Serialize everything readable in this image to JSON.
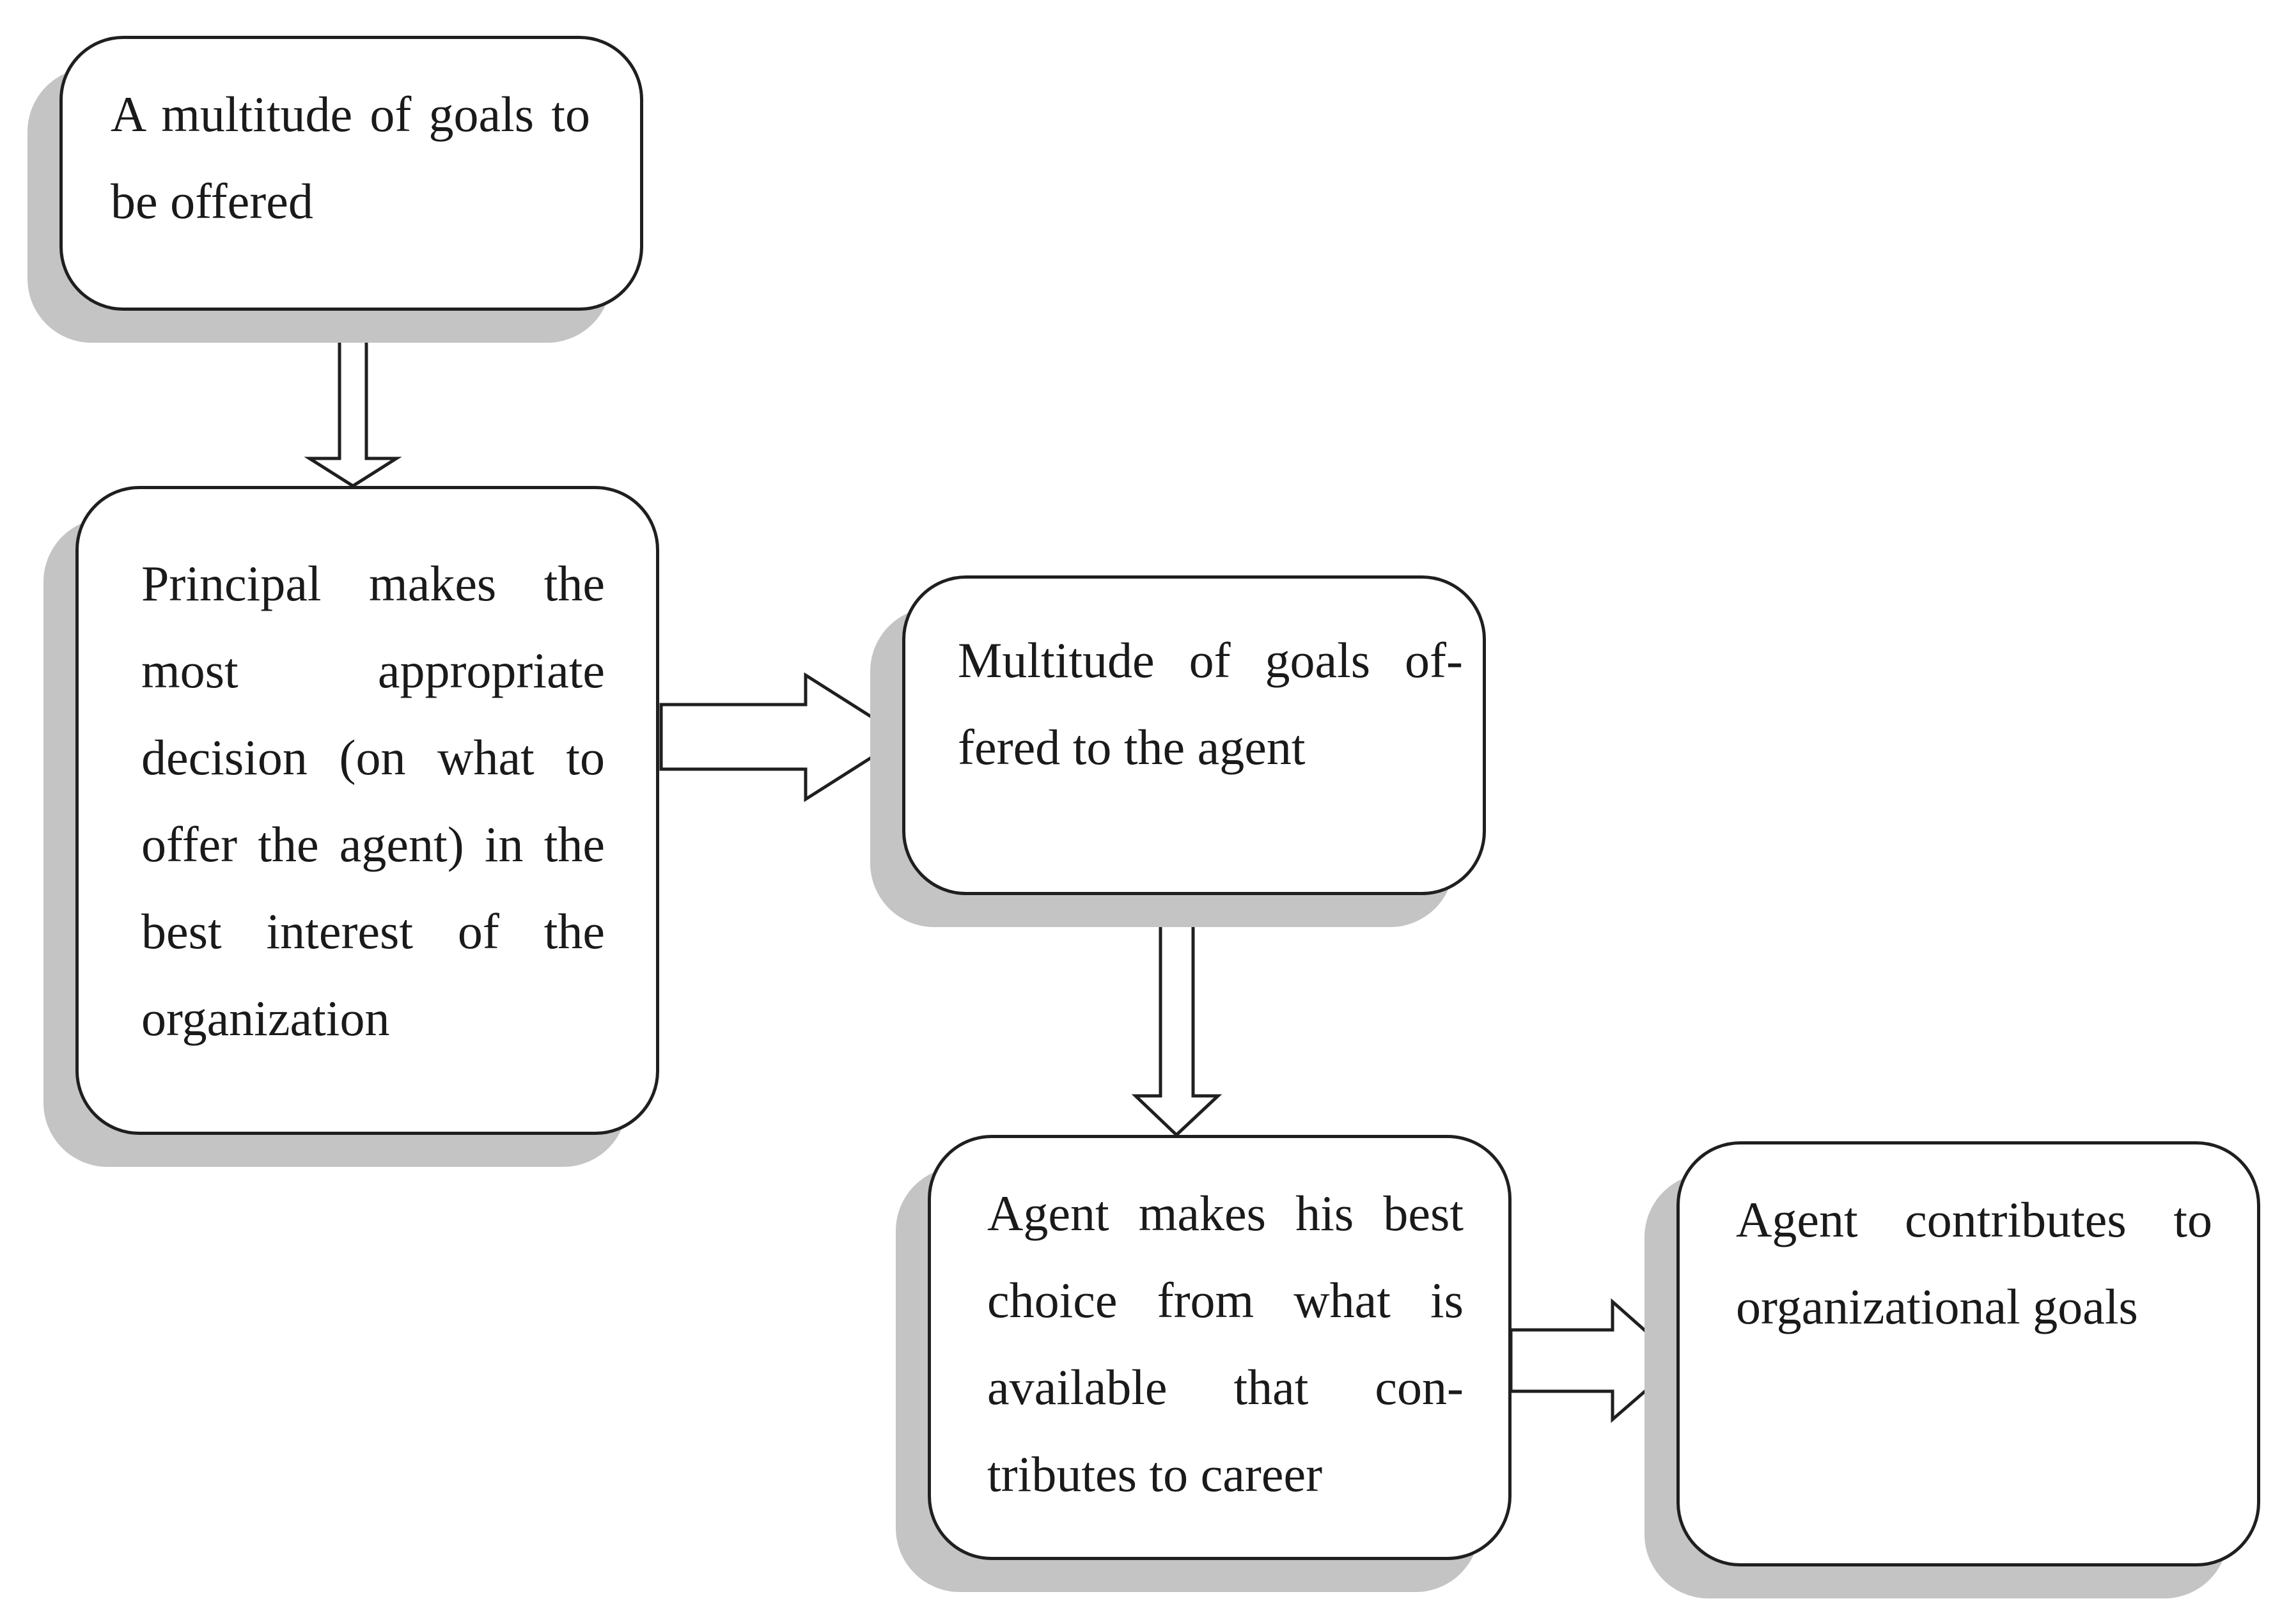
{
  "colors": {
    "border": "#1f1f1f",
    "shadow": "#c4c4c4",
    "background": "#ffffff",
    "text": "#1a1a1a"
  },
  "nodes": [
    {
      "id": "goals-to-offer",
      "text": "A multitude of goals to be offered"
    },
    {
      "id": "principal-decision",
      "text": "Principal makes the most appropriate decision (on what to offer the agent) in the best interest of the organization"
    },
    {
      "id": "goals-offered",
      "text": "Multitude of goals of-fered to the agent"
    },
    {
      "id": "agent-choice",
      "text": "Agent makes his best choice from what is available that con-tributes to career"
    },
    {
      "id": "agent-contributes",
      "text": "Agent contributes to organizational goals"
    }
  ],
  "edges": [
    {
      "from": "goals-to-offer",
      "to": "principal-decision",
      "direction": "down"
    },
    {
      "from": "principal-decision",
      "to": "goals-offered",
      "direction": "right"
    },
    {
      "from": "goals-offered",
      "to": "agent-choice",
      "direction": "down"
    },
    {
      "from": "agent-choice",
      "to": "agent-contributes",
      "direction": "right"
    }
  ]
}
